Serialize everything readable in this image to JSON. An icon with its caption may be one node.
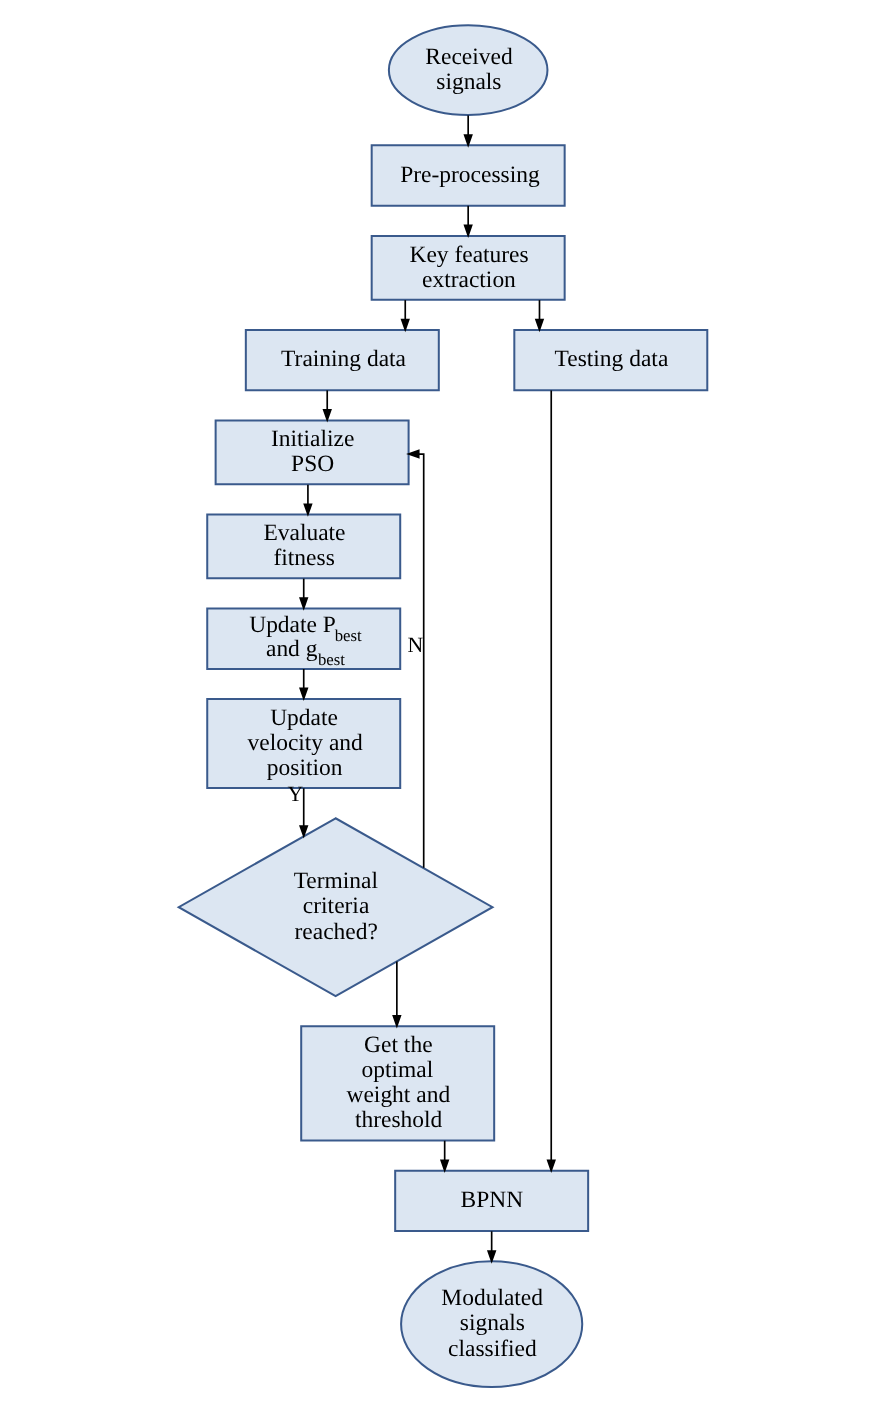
{
  "diagram": {
    "nodes": [
      {
        "text": [
          "Received signals"
        ]
      },
      {
        "text": [
          "Pre-processing"
        ]
      },
      {
        "text": [
          "Key features extraction"
        ]
      },
      {
        "text": [
          "Training data"
        ]
      },
      {
        "text": [
          "Testing data"
        ]
      },
      {
        "text": [
          "Initialize PSO"
        ]
      },
      {
        "text": [
          "Evaluate fitness"
        ]
      },
      {
        "text": [
          "Update P$_{best}$ and g$_{best}$"
        ]
      },
      {
        "text": [
          "Update velocity and position"
        ]
      },
      {
        "text": [
          "Terminal criteria reached?"
        ]
      },
      {
        "text": [
          "Get the optimal weight and threshold"
        ]
      },
      {
        "text": [
          "BPNN"
        ]
      },
      {
        "text": [
          "Modulated signals classified"
        ]
      }
    ],
    "edges": [
      {
        "from": 0,
        "to": 1,
        "arrow": "to"
      },
      {
        "from": 1,
        "to": 2,
        "arrow": "to"
      },
      {
        "from": 2,
        "to": 3,
        "arrow": "to"
      },
      {
        "from": 2,
        "to": 4,
        "arrow": "to"
      },
      {
        "from": 3,
        "to": 5,
        "arrow": "to"
      },
      {
        "from": 5,
        "to": 6,
        "arrow": "to"
      },
      {
        "from": 6,
        "to": 7,
        "arrow": "to"
      },
      {
        "from": 7,
        "to": 8,
        "arrow": "to"
      },
      {
        "from": 8,
        "to": 9,
        "arrow": "to",
        "label": "Y"
      },
      {
        "from": 9,
        "to": 5,
        "arrow": "to",
        "label": "N"
      },
      {
        "from": 9,
        "to": 10,
        "arrow": "to"
      },
      {
        "from": 10,
        "to": 11,
        "arrow": "to"
      },
      {
        "from": 4,
        "to": 11,
        "arrow": "to"
      },
      {
        "from": 11,
        "to": 12,
        "arrow": "to"
      }
    ]
  }
}
